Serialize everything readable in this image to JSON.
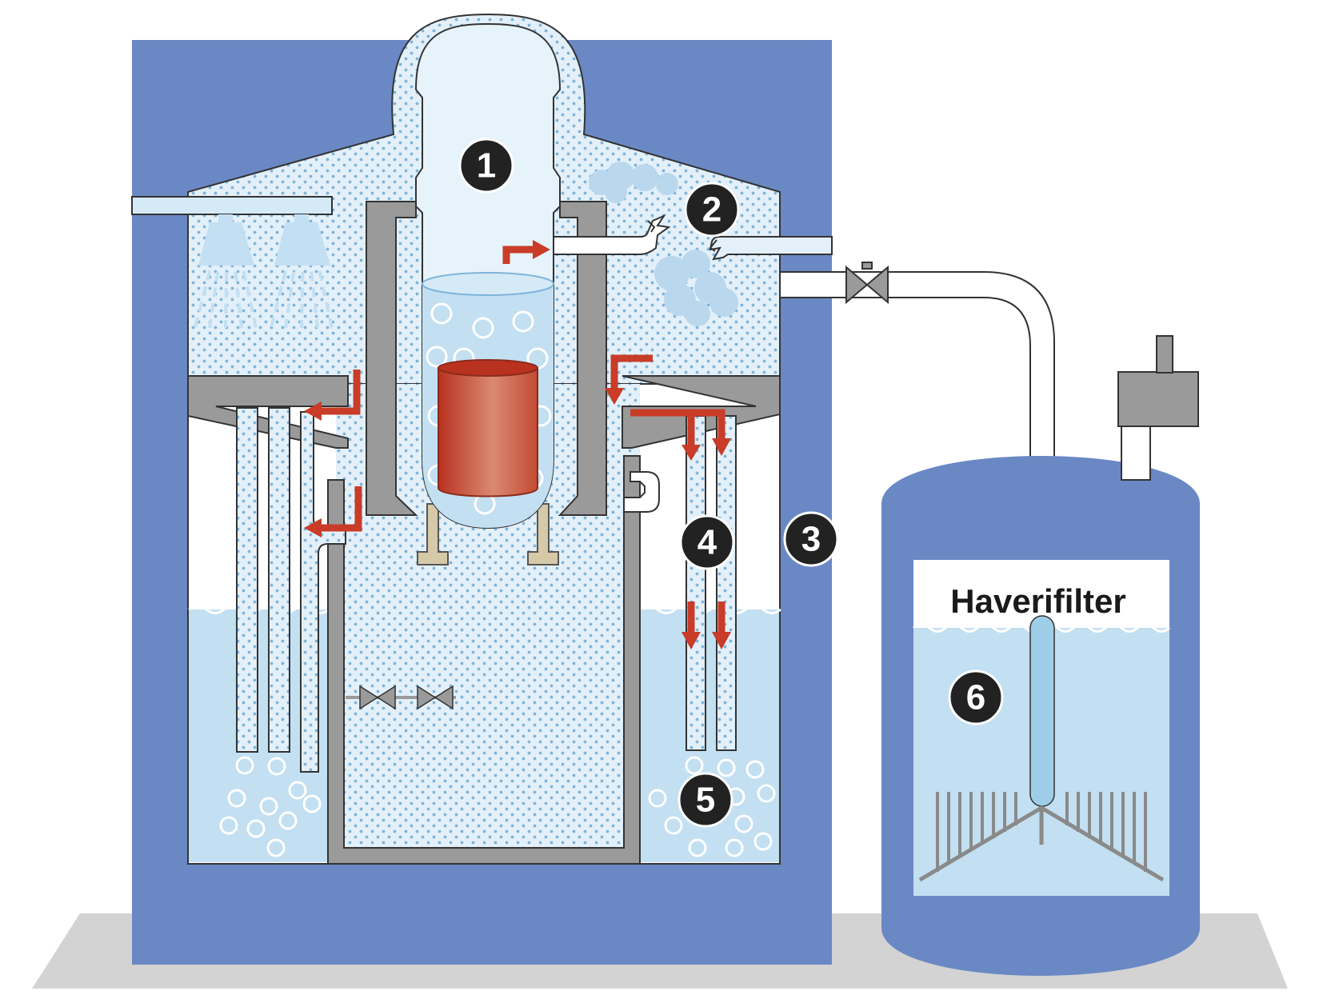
{
  "labels": {
    "filter": "Haverifilter",
    "markers": [
      "1",
      "2",
      "3",
      "4",
      "5",
      "6"
    ]
  },
  "colors": {
    "building": "#6a88c4",
    "interior": "#e3f0f9",
    "dots": "#7fb3d9",
    "water": "#c3dff2",
    "steel": "#9a9a9a",
    "core": "#cf4f38",
    "flow_arrow": "#c83c28",
    "ground": "#d3d3d3",
    "marker": "#222222"
  },
  "icons": [
    "flow-arrow-icon",
    "valve-icon",
    "spray-nozzle-icon",
    "steam-cloud-icon",
    "bubble-icon",
    "rupture-icon"
  ]
}
